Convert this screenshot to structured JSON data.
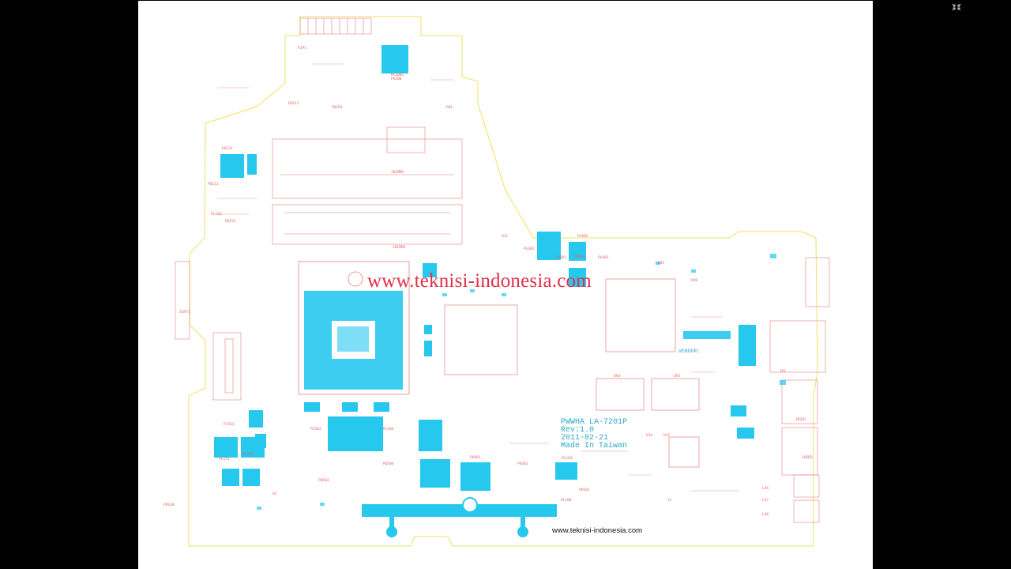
{
  "viewer": {
    "exit_fullscreen_icon": "exit-fullscreen-icon",
    "background": "#000000"
  },
  "colors": {
    "board_outline": "#f0e060",
    "silkscreen": "#e58080",
    "copper_pads": "#27c8ee",
    "labels": "#2ba7c9",
    "watermark": "#e0304a"
  },
  "watermark": "www.teknisi-indonesia.com",
  "footer_url": "www.teknisi-indonesia.com",
  "board_info": {
    "model": "PWWHA LA-7201P",
    "revision": "Rev:1.0",
    "date": "2011-02-21",
    "origin": "Made In Taiwan"
  },
  "vendor_label": "VENDOR:",
  "refdes": {
    "r1": "PJP1",
    "r2": "PL2001",
    "r3": "PU200",
    "r4": "PQ201",
    "r5": "PU1",
    "r6": "PQ112",
    "r7": "PQ111",
    "r8": "PL153",
    "r9": "PQ151",
    "r10": "PL402",
    "r11": "PJ601",
    "r12": "PC602",
    "r13": "PL601",
    "r14": "PL503",
    "r15": "PL504",
    "r16": "PQ503",
    "r17": "PQ504",
    "r18": "PU401",
    "r19": "PQ402",
    "r20": "PL182",
    "r21": "PU181",
    "r22": "PL151",
    "r23": "PL332",
    "r24": "PU330",
    "r25": "PL100",
    "r26": "JDIMM1",
    "r27": "JDIMM2",
    "r28": "U11",
    "r29": "U14",
    "r30": "U12",
    "r31": "UV3",
    "r32": "UV4",
    "r33": "UV5",
    "r34": "UV6",
    "r35": "JCRT1",
    "r36": "JUSB1",
    "r37": "JUSB2",
    "r38": "LA5",
    "r39": "LA6",
    "r40": "LA7",
    "r41": "JP1",
    "r42": "PR601",
    "r43": "Y1",
    "r44": "U2",
    "r45": "PU131",
    "r46": "PJ331"
  }
}
